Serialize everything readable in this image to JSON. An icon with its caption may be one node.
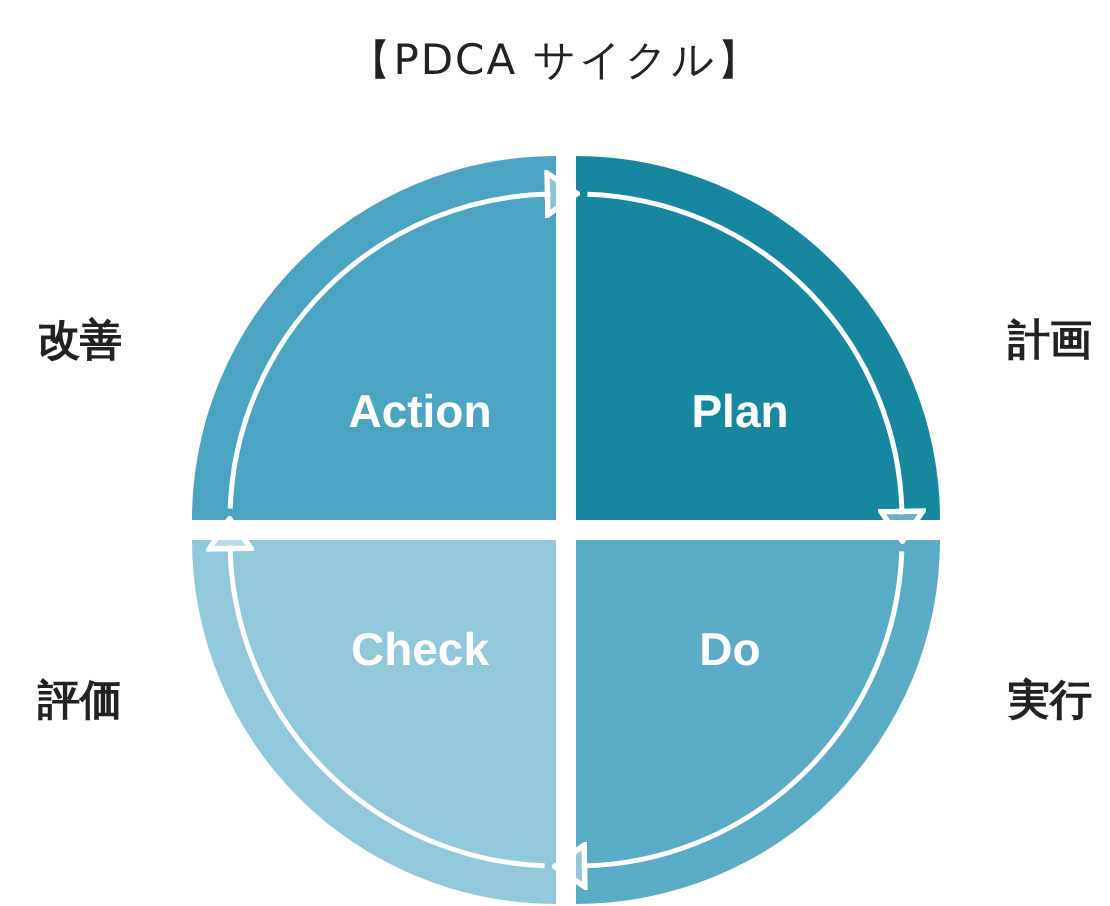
{
  "diagram": {
    "title": "【PDCA サイクル】",
    "nodes": [
      {
        "text": [
          "Action"
        ],
        "beside": [
          "改善"
        ]
      },
      {
        "text": [
          "Plan"
        ],
        "beside": [
          "計画"
        ]
      },
      {
        "text": [
          "Check"
        ],
        "beside": [
          "評価"
        ]
      },
      {
        "text": [
          "Do"
        ],
        "beside": [
          "実行"
        ]
      }
    ],
    "edges": [
      {
        "from": 0,
        "to": 1,
        "arrow": "to"
      },
      {
        "from": 1,
        "to": 3,
        "arrow": "to"
      },
      {
        "from": 3,
        "to": 2,
        "arrow": "to"
      },
      {
        "from": 2,
        "to": 0,
        "arrow": "to"
      }
    ]
  }
}
